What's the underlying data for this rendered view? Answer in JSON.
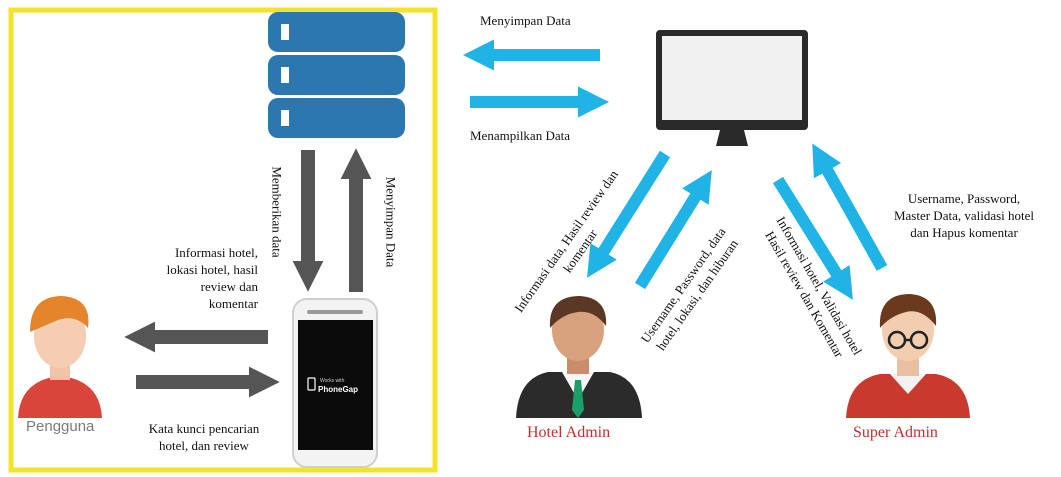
{
  "diagram": {
    "mobile_app": {
      "badge_line1": "Works with",
      "badge_line2": "PhoneGap"
    },
    "labels": {
      "menyimpan_data_top": "Menyimpan Data",
      "menampilkan_data": "Menampilkan Data",
      "memberikan_data": "Memberikan data",
      "menyimpan_data_vertical": "Menyimpan Data",
      "info_to_user": [
        "Informasi hotel,",
        "lokasi hotel, hasil",
        "review dan",
        "komentar"
      ],
      "search_from_user": [
        "Kata kunci pencarian",
        "hotel, dan review"
      ],
      "to_hotel_admin": [
        "Informasi data, Hasil review dan",
        "komentar"
      ],
      "from_hotel_admin": [
        "Username, Password, data",
        "hotel, lokasi, dan hiburan"
      ],
      "to_super_admin": [
        "Informasi hotel, Validasi hotel",
        "Hasil review dan Komentar"
      ],
      "from_super_admin": [
        "Username, Password,",
        "Master Data, validasi hotel",
        "dan Hapus komentar"
      ]
    },
    "actors": {
      "pengguna": "Pengguna",
      "hotel_admin": "Hotel Admin",
      "super_admin": "Super Admin"
    },
    "colors": {
      "frame": "#f2e32a",
      "server": "#2d77b0",
      "dark_arrow": "#555555",
      "blue_arrow": "#1fb3e6",
      "role_text": "#c0312b"
    },
    "icons": [
      "server-icon",
      "smartphone-icon",
      "monitor-icon",
      "user-avatar-icon",
      "businessman-icon",
      "admin-glasses-icon"
    ]
  }
}
